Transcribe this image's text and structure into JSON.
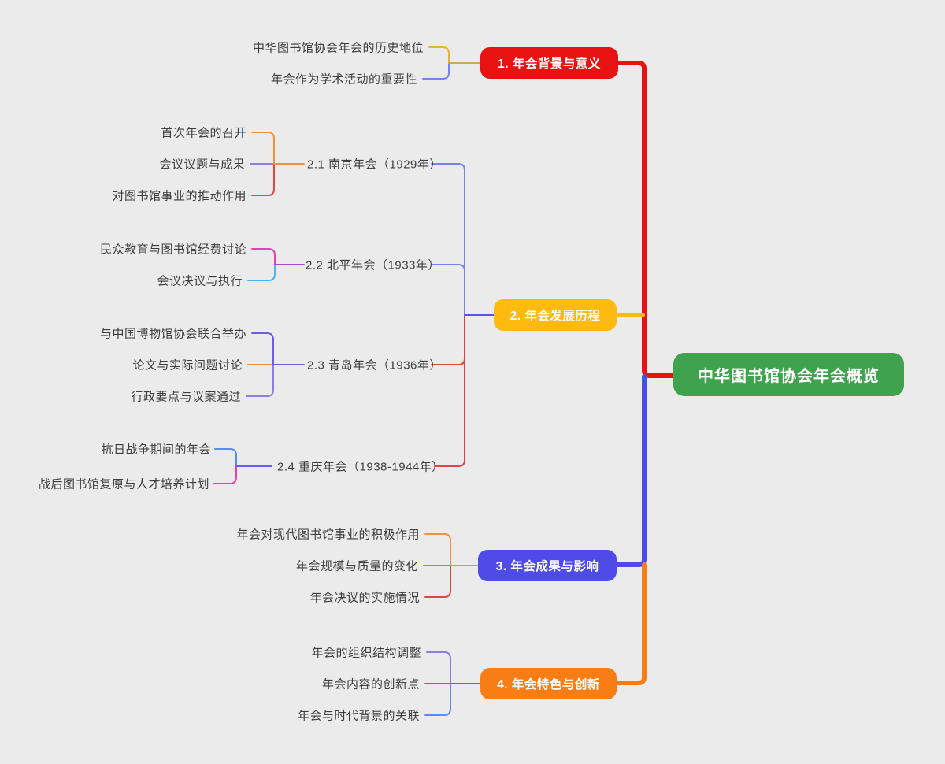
{
  "root": {
    "label": "中华图书馆协会年会概览"
  },
  "palette": {
    "node_red": "#e81212",
    "node_amber": "#ffba10",
    "node_blue_violet": "#4f4be8",
    "node_orange": "#f87d15",
    "node_green": "#3fa34d",
    "edge_gold": "#e7b13a",
    "edge_tan": "#cfa45e",
    "edge_periwinkle": "#7583f0",
    "edge_orange": "#f0913c",
    "edge_red": "#e04545",
    "edge_slate_purple": "#8a7fe0",
    "edge_magenta": "#ec3fae",
    "edge_sky_blue": "#45b7f4",
    "edge_purple": "#a94ac8",
    "edge_violet": "#6c5ce7",
    "edge_royal_blue": "#5b8af0",
    "edge_indigo": "#5a55e0",
    "background": "#ebebeb",
    "text": "#3d3d3d"
  },
  "branches": [
    {
      "label": "1. 年会背景与意义",
      "color": "#e81212",
      "children": [
        {
          "label": "中华图书馆协会年会的历史地位"
        },
        {
          "label": "年会作为学术活动的重要性"
        }
      ]
    },
    {
      "label": "2. 年会发展历程",
      "color": "#ffba10",
      "children": [
        {
          "label": "2.1 南京年会（1929年）",
          "children": [
            {
              "label": "首次年会的召开"
            },
            {
              "label": "会议议题与成果"
            },
            {
              "label": "对图书馆事业的推动作用"
            }
          ]
        },
        {
          "label": "2.2 北平年会（1933年）",
          "children": [
            {
              "label": "民众教育与图书馆经费讨论"
            },
            {
              "label": "会议决议与执行"
            }
          ]
        },
        {
          "label": "2.3 青岛年会（1936年）",
          "children": [
            {
              "label": "与中国博物馆协会联合举办"
            },
            {
              "label": "论文与实际问题讨论"
            },
            {
              "label": "行政要点与议案通过"
            }
          ]
        },
        {
          "label": "2.4 重庆年会（1938-1944年）",
          "children": [
            {
              "label": "抗日战争期间的年会"
            },
            {
              "label": "战后图书馆复原与人才培养计划"
            }
          ]
        }
      ]
    },
    {
      "label": "3. 年会成果与影响",
      "color": "#4f4be8",
      "children": [
        {
          "label": "年会对现代图书馆事业的积极作用"
        },
        {
          "label": "年会规模与质量的变化"
        },
        {
          "label": "年会决议的实施情况"
        }
      ]
    },
    {
      "label": "4. 年会特色与创新",
      "color": "#f87d15",
      "children": [
        {
          "label": "年会的组织结构调整"
        },
        {
          "label": "年会内容的创新点"
        },
        {
          "label": "年会与时代背景的关联"
        }
      ]
    }
  ]
}
